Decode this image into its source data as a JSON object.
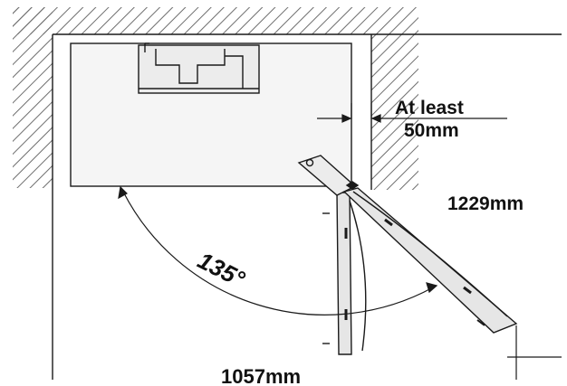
{
  "labels": {
    "clearance_line1": "At least",
    "clearance_line2": "50mm",
    "height": "1229mm",
    "angle": "135°",
    "width": "1057mm"
  },
  "colors": {
    "line": "#1a1a1a",
    "hatch": "#6e6e6e",
    "fridge_fill": "#f5f5f5",
    "door_fill": "#e6e6e6"
  }
}
